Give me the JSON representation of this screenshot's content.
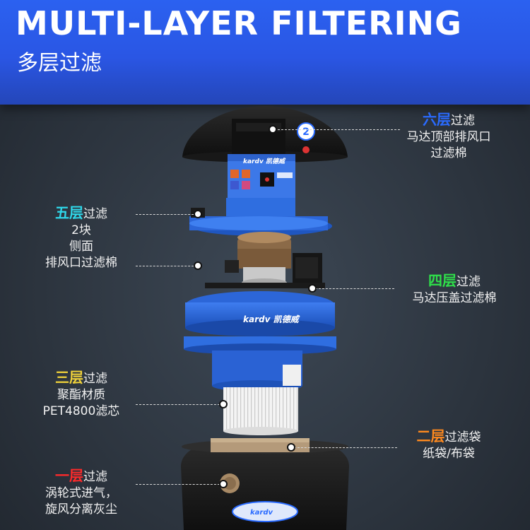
{
  "header": {
    "title": "MULTI-LAYER FILTERING",
    "subtitle": "多层过滤"
  },
  "layers": [
    {
      "key": "six",
      "highlight": "六层",
      "suffix": "过滤",
      "lines": [
        "马达顶部排风口",
        "过滤棉"
      ],
      "color": "#2a6bff"
    },
    {
      "key": "five",
      "highlight": "五层",
      "suffix": "过滤",
      "lines": [
        "2块",
        "侧面",
        "排风口过滤棉"
      ],
      "color": "#2fd8ea"
    },
    {
      "key": "four",
      "highlight": "四层",
      "suffix": "过滤",
      "lines": [
        "马达压盖过滤棉"
      ],
      "color": "#2fe04a"
    },
    {
      "key": "three",
      "highlight": "三层",
      "suffix": "过滤",
      "lines": [
        "聚酯材质",
        "PET4800滤芯"
      ],
      "color": "#f0d23a"
    },
    {
      "key": "two",
      "highlight": "二层",
      "suffix": "过滤袋",
      "lines": [
        "纸袋/布袋"
      ],
      "color": "#ff8a1e"
    },
    {
      "key": "one",
      "highlight": "一层",
      "suffix": "过滤",
      "lines": [
        "涡轮式进气，",
        "旋风分离灰尘"
      ],
      "color": "#ff2a2a"
    }
  ],
  "product": {
    "brand": "kardv",
    "brand_cn": "凯德威",
    "badge_number": "2"
  }
}
